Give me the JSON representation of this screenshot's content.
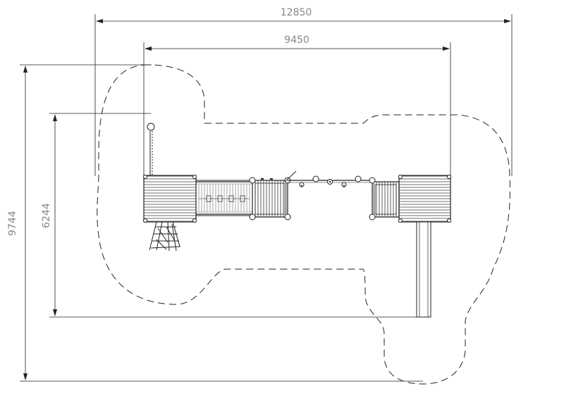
{
  "drawing": {
    "dimensions": {
      "overall_width": "12850",
      "inner_width": "9450",
      "overall_height": "9744",
      "inner_height": "6244"
    }
  },
  "colors": {
    "line": "#222222",
    "dim_text": "#888888",
    "background": "#ffffff"
  }
}
